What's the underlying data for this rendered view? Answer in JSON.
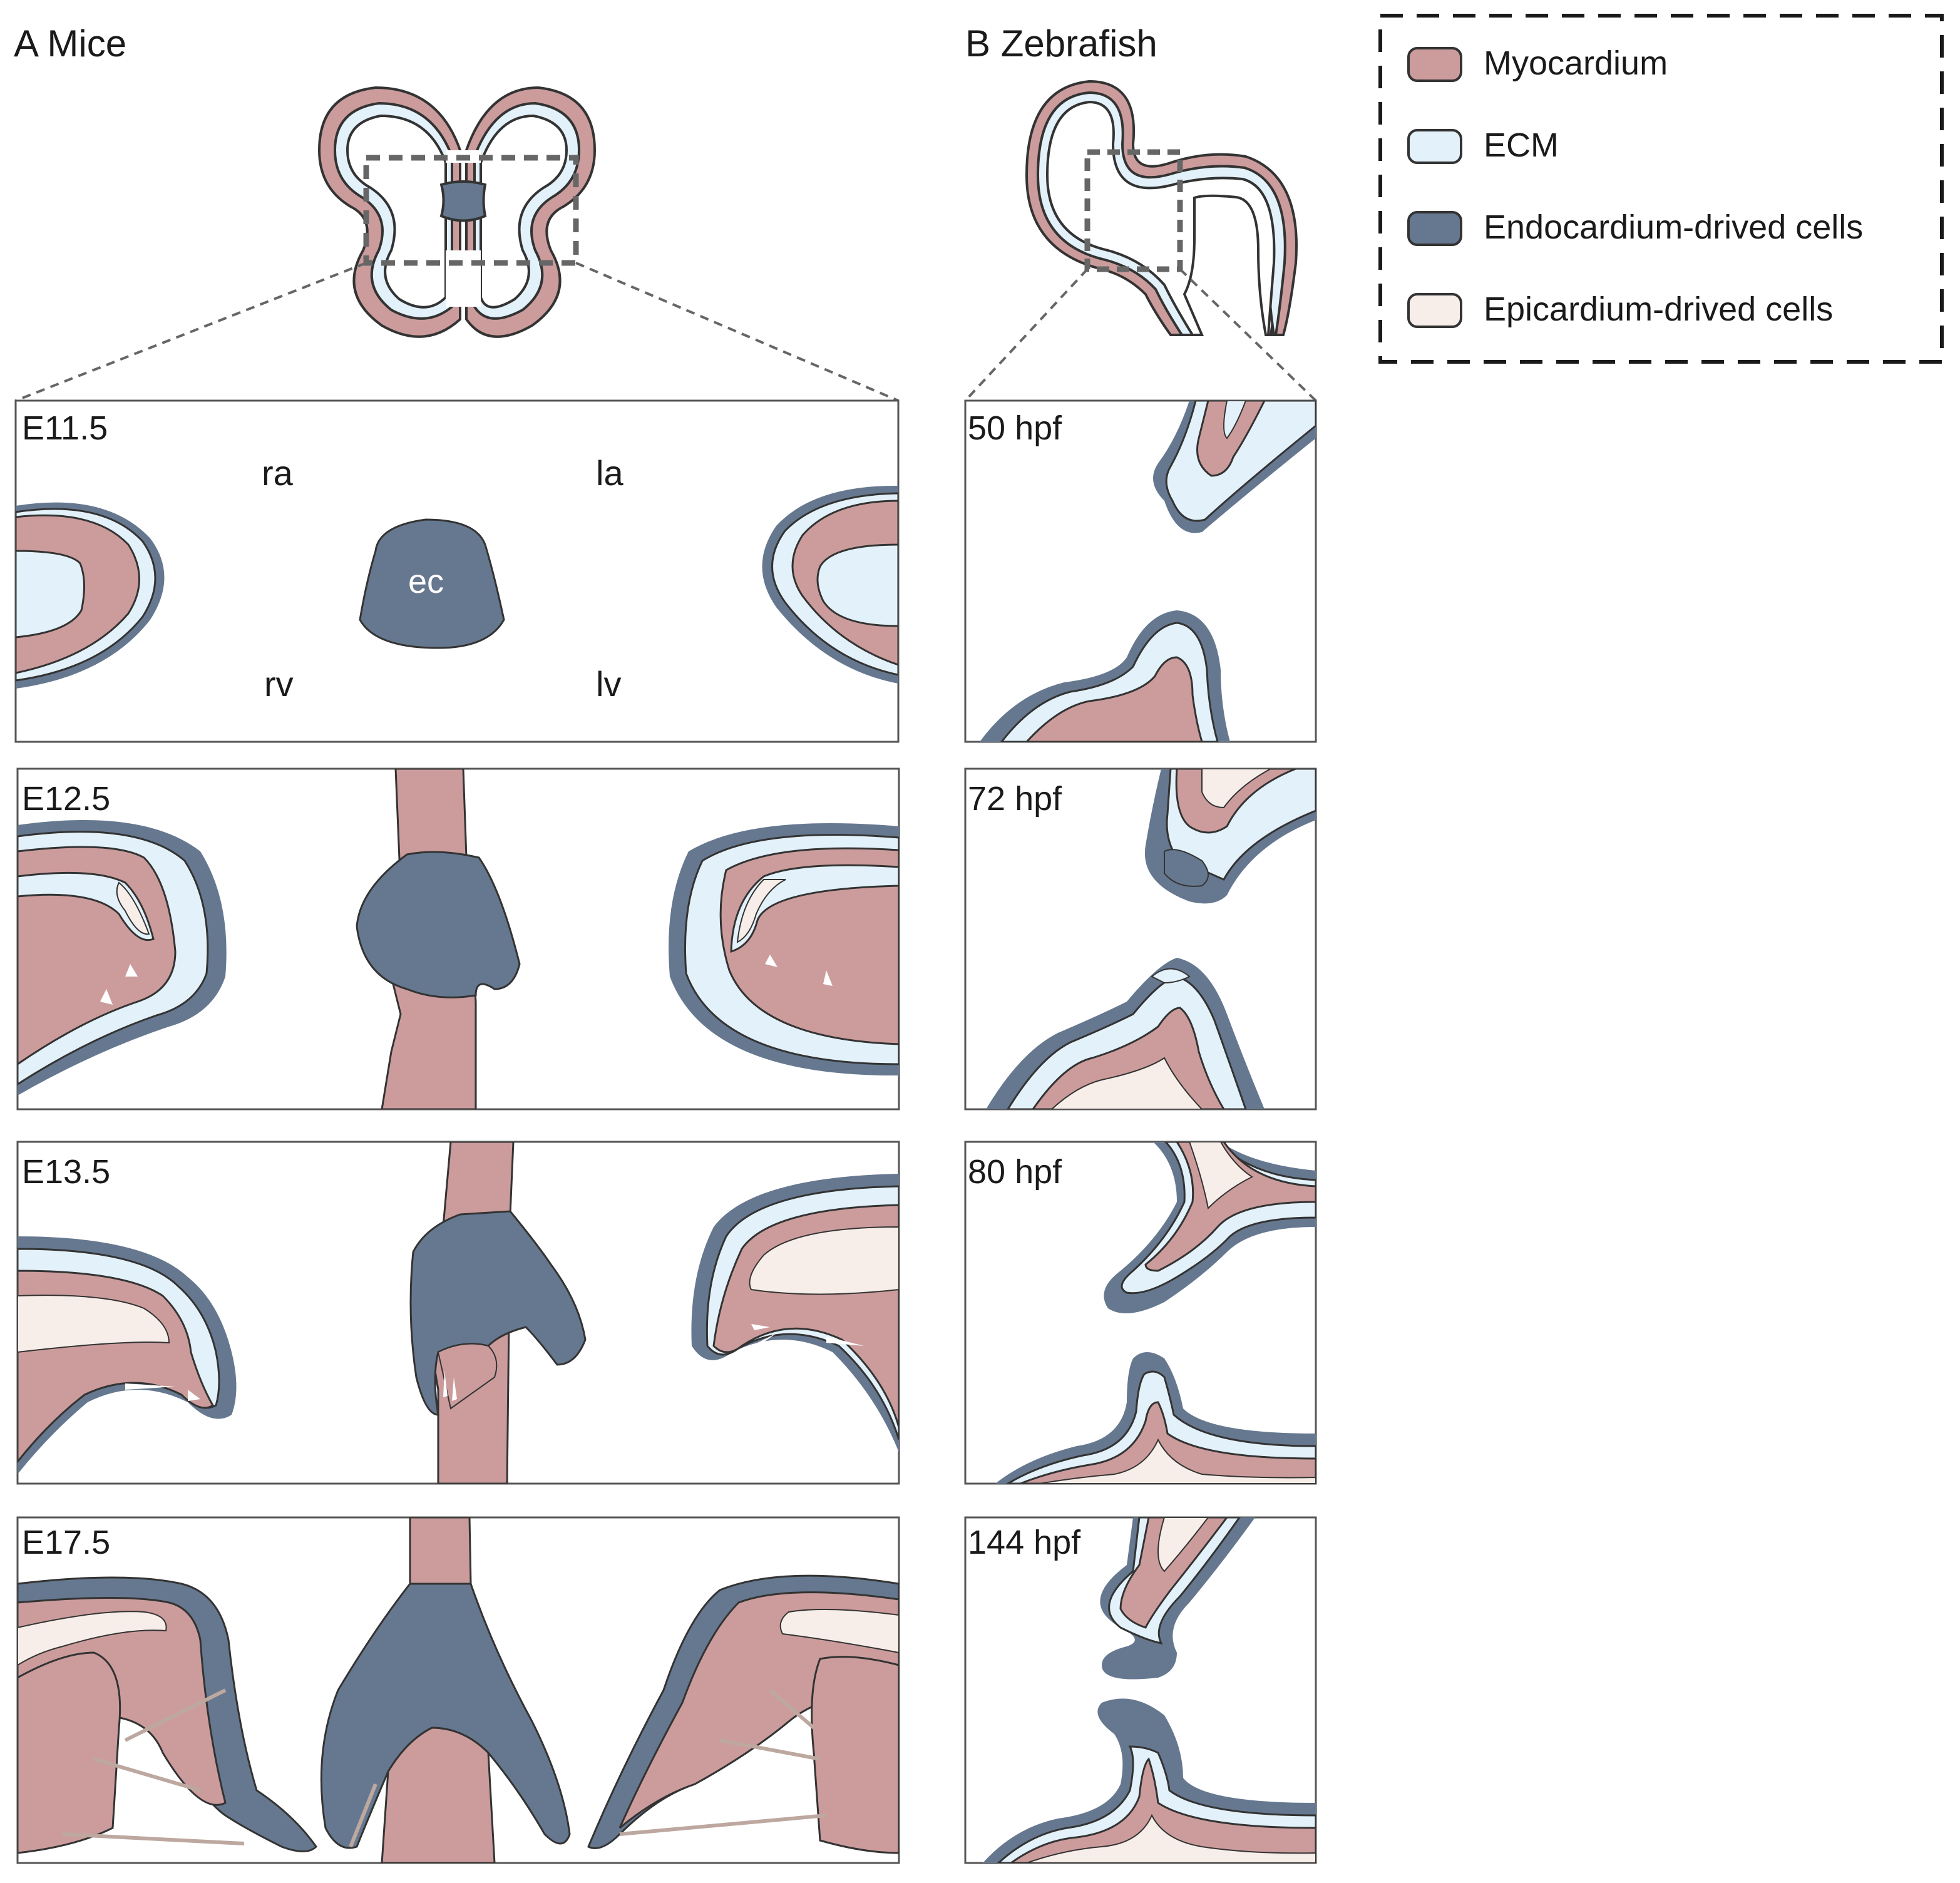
{
  "panel_a": {
    "title": "A  Mice",
    "stages": [
      "E11.5",
      "E12.5",
      "E13.5",
      "E17.5"
    ],
    "chambers": {
      "ra": "ra",
      "la": "la",
      "rv": "rv",
      "lv": "lv",
      "ec": "ec"
    }
  },
  "panel_b": {
    "title": "B  Zebrafish",
    "stages": [
      "50 hpf",
      "72 hpf",
      "80 hpf",
      "144 hpf"
    ]
  },
  "legend": {
    "items": [
      {
        "label": "Myocardium",
        "color": "#cc9c9c"
      },
      {
        "label": "ECM",
        "color": "#e3f1fa"
      },
      {
        "label": "Endocardium-drived cells",
        "color": "#66788f"
      },
      {
        "label": "Epicardium-drived cells",
        "color": "#f8eee9"
      }
    ]
  },
  "colors": {
    "myocardium": "#cc9c9c",
    "ecm": "#e3f1fa",
    "endocardium": "#66788f",
    "epicardium": "#f8eee9",
    "outline": "#333333"
  }
}
